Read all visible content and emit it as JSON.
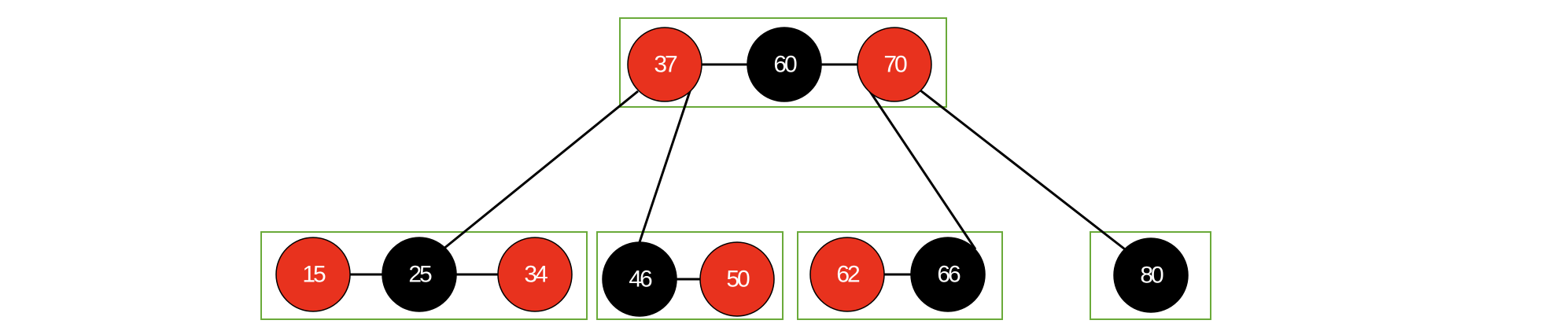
{
  "colors": {
    "red_node": "#e8321e",
    "black_node": "#000000",
    "group_border": "#6aaa3a",
    "edge": "#000000",
    "label": "#ffffff"
  },
  "nodes": [
    {
      "id": "n37",
      "label": "37",
      "color": "red"
    },
    {
      "id": "n60",
      "label": "60",
      "color": "black"
    },
    {
      "id": "n70",
      "label": "70",
      "color": "red"
    },
    {
      "id": "n15",
      "label": "15",
      "color": "red"
    },
    {
      "id": "n25",
      "label": "25",
      "color": "black"
    },
    {
      "id": "n34",
      "label": "34",
      "color": "red"
    },
    {
      "id": "n46",
      "label": "46",
      "color": "black"
    },
    {
      "id": "n50",
      "label": "50",
      "color": "red"
    },
    {
      "id": "n62",
      "label": "62",
      "color": "red"
    },
    {
      "id": "n66",
      "label": "66",
      "color": "black"
    },
    {
      "id": "n80",
      "label": "80",
      "color": "black"
    }
  ],
  "groups": [
    {
      "id": "root",
      "members": [
        "n37",
        "n60",
        "n70"
      ]
    },
    {
      "id": "leaf-1",
      "members": [
        "n15",
        "n25",
        "n34"
      ]
    },
    {
      "id": "leaf-2",
      "members": [
        "n46",
        "n50"
      ]
    },
    {
      "id": "leaf-3",
      "members": [
        "n62",
        "n66"
      ]
    },
    {
      "id": "leaf-4",
      "members": [
        "n80"
      ]
    }
  ],
  "edges": [
    {
      "from": "n37",
      "to": "n60"
    },
    {
      "from": "n60",
      "to": "n70"
    },
    {
      "from": "n15",
      "to": "n25"
    },
    {
      "from": "n25",
      "to": "n34"
    },
    {
      "from": "n46",
      "to": "n50"
    },
    {
      "from": "n62",
      "to": "n66"
    },
    {
      "from": "n37",
      "to": "n25"
    },
    {
      "from": "n37",
      "to": "n46"
    },
    {
      "from": "n70",
      "to": "n66"
    },
    {
      "from": "n70",
      "to": "n80"
    }
  ]
}
